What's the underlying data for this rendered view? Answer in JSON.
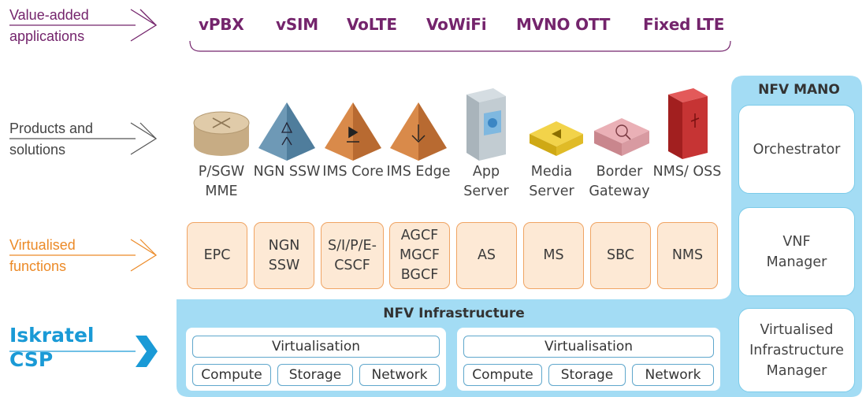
{
  "layers": {
    "value_added": "Value-added applications",
    "products": "Products and solutions",
    "virtualised": "Virtualised functions",
    "iskratel": "Iskratel CSP"
  },
  "apps": [
    "vPBX",
    "vSIM",
    "VoLTE",
    "VoWiFi",
    "MVNO OTT",
    "Fixed LTE"
  ],
  "products": [
    {
      "name": "P/SGW MME",
      "icon": "router-icon"
    },
    {
      "name": "NGN SSW",
      "icon": "ngn-switch-icon"
    },
    {
      "name": "IMS Core",
      "icon": "ims-core-icon"
    },
    {
      "name": "IMS Edge",
      "icon": "ims-edge-icon"
    },
    {
      "name": "App Server",
      "icon": "app-server-icon"
    },
    {
      "name": "Media Server",
      "icon": "media-server-icon"
    },
    {
      "name": "Border Gateway",
      "icon": "border-gateway-icon"
    },
    {
      "name": "NMS/ OSS",
      "icon": "nms-server-icon"
    }
  ],
  "functions": [
    "EPC",
    "NGN SSW",
    "S/I/P/E- CSCF",
    "AGCF MGCF BGCF",
    "AS",
    "MS",
    "SBC",
    "NMS"
  ],
  "mano": {
    "title": "NFV MANO",
    "items": [
      "Orchestrator",
      "VNF Manager",
      "Virtualised Infrastructure Manager"
    ]
  },
  "infrastructure": {
    "title": "NFV Infrastructure",
    "panels": [
      {
        "virtualisation": "Virtualisation",
        "compute": "Compute",
        "storage": "Storage",
        "network": "Network"
      },
      {
        "virtualisation": "Virtualisation",
        "compute": "Compute",
        "storage": "Storage",
        "network": "Network"
      }
    ]
  },
  "colors": {
    "purple": "#74246c",
    "orange": "#ec8a27",
    "blue": "#1a9ad6",
    "light_blue": "#a3dcf4",
    "box_fill": "#fde9d5"
  }
}
